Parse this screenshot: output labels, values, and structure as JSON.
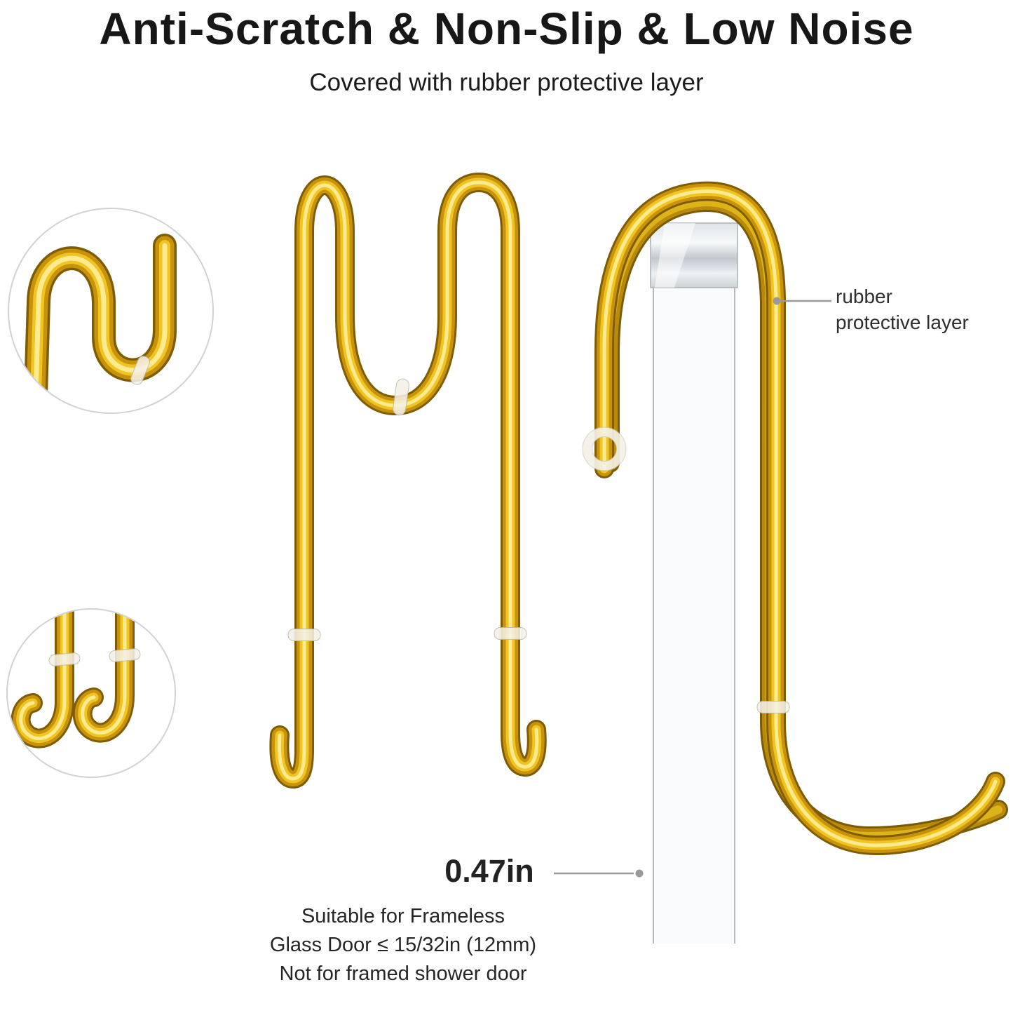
{
  "header": {
    "title": "Anti-Scratch & Non-Slip & Low Noise",
    "subtitle": "Covered with rubber protective layer"
  },
  "callout": {
    "rubber_line1": "rubber",
    "rubber_line2": "protective layer"
  },
  "dimension": {
    "label": "0.47in"
  },
  "notes": {
    "line1": "Suitable for Frameless",
    "line2": "Glass Door ≤ 15/32in (12mm)",
    "line3": "Not for framed shower door"
  },
  "colors": {
    "gold": "#c8930a",
    "gold_highlight": "#ffef9c",
    "gold_shadow": "#7e5c03",
    "rubber_ring": "#f4f1e7",
    "glass_edge": "#b4bac0",
    "annotation_gray": "#9a9a9a",
    "text_dark": "#171717"
  },
  "graphics": {
    "front_hook": "double-hook-front-view",
    "side_hook": "hook-on-glass-door-side-view",
    "inset_top": "top-bend-detail-zoom",
    "inset_bottom": "bottom-hooks-detail-zoom",
    "glass_door": "frameless-glass-panel",
    "clamp": "chrome-clamp"
  }
}
